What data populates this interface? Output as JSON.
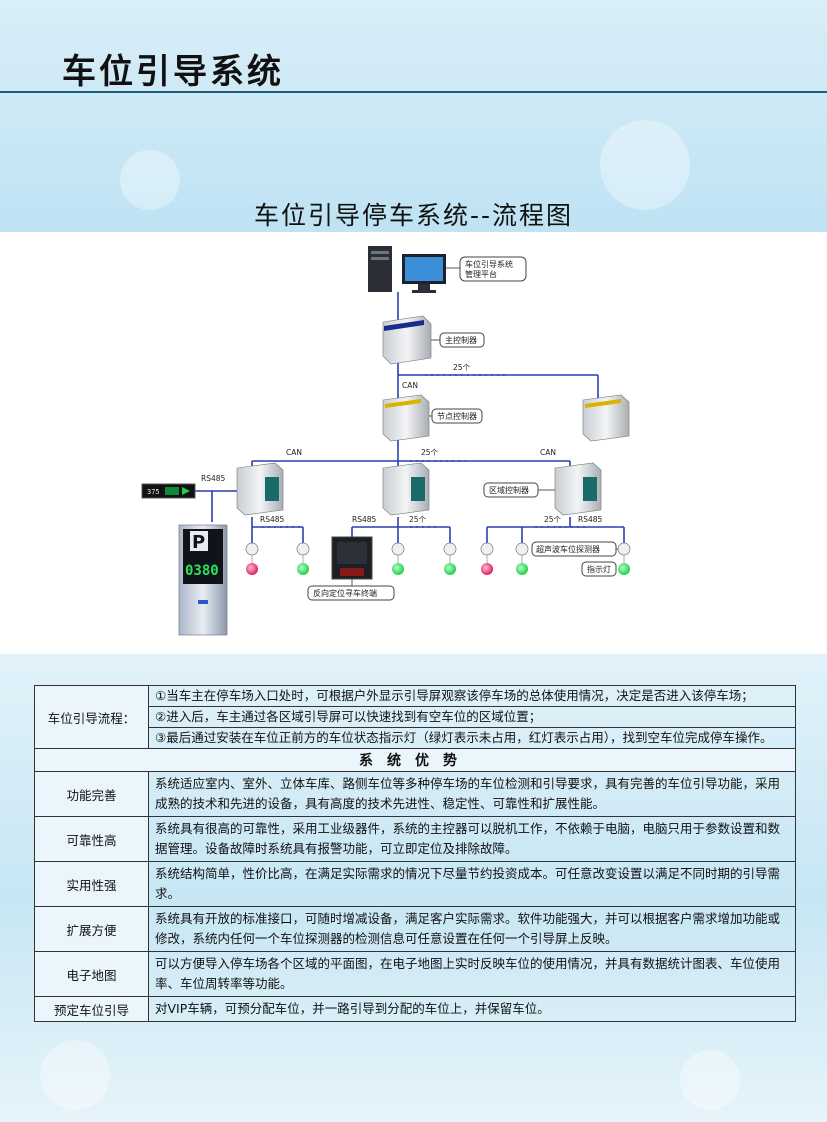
{
  "page": {
    "title": "车位引导系统",
    "diagram_title": "车位引导停车系统--流程图"
  },
  "diagram": {
    "platform_label_lines": [
      "车位引导系统",
      "管理平台"
    ],
    "main_controller": "主控制器",
    "node_controller": "节点控制器",
    "zone_controller": "区域控制器",
    "ultrasonic_detector": "超声波车位探测器",
    "indicator_light": "指示灯",
    "reverse_search": "反向定位寻车终端",
    "can": "CAN",
    "rs485": "RS485",
    "count_25": "25个",
    "guide_display_text": "375",
    "big_sign_letter": "P",
    "big_sign_number": "0380"
  },
  "table": {
    "flow_header": "车位引导流程：",
    "flow_steps": [
      "①当车主在停车场入口处时，可根据户外显示引导屏观察该停车场的总体使用情况，决定是否进入该停车场；",
      "②进入后，车主通过各区域引导屏可以快速找到有空车位的区域位置；",
      "③最后通过安装在车位正前方的车位状态指示灯（绿灯表示未占用，红灯表示占用），找到空车位完成停车操作。"
    ],
    "section_title": "系统优势",
    "advantages": [
      {
        "name": "功能完善",
        "text": "系统适应室内、室外、立体车库、路侧车位等多种停车场的车位检测和引导要求，具有完善的车位引导功能，采用成熟的技术和先进的设备，具有高度的技术先进性、稳定性、可靠性和扩展性能。"
      },
      {
        "name": "可靠性高",
        "text": "系统具有很高的可靠性，采用工业级器件，系统的主控器可以脱机工作，不依赖于电脑，电脑只用于参数设置和数据管理。设备故障时系统具有报警功能，可立即定位及排除故障。"
      },
      {
        "name": "实用性强",
        "text": "系统结构简单，性价比高，在满足实际需求的情况下尽量节约投资成本。可任意改变设置以满足不同时期的引导需求。"
      },
      {
        "name": "扩展方便",
        "text": "系统具有开放的标准接口，可随时增减设备，满足客户实际需求。软件功能强大，并可以根据客户需求增加功能或修改，系统内任何一个车位探测器的检测信息可任意设置在任何一个引导屏上反映。"
      },
      {
        "name": "电子地图",
        "text": "可以方便导入停车场各个区域的平面图，在电子地图上实时反映车位的使用情况，并具有数据统计图表、车位使用率、车位周转率等功能。"
      },
      {
        "name": "预定车位引导",
        "text": "对VIP车辆，可预分配车位，并一路引导到分配的车位上，并保留车位。"
      }
    ]
  },
  "colors": {
    "bus_line": "#2a3fb0",
    "green_light": "#1fd04a",
    "red_light": "#e0205a"
  }
}
